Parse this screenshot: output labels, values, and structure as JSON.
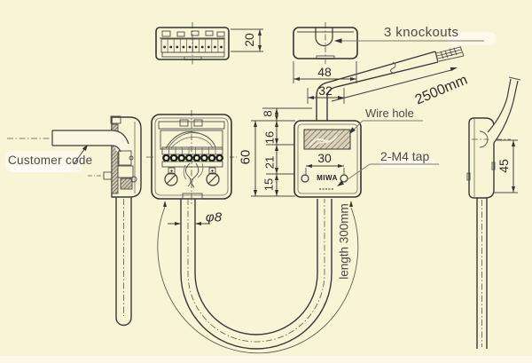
{
  "diagram": {
    "labels": {
      "knockouts": "3 knockouts",
      "wire_hole": "Wire hole",
      "tap": "2-M4 tap",
      "customer_code": "Customer code",
      "brand": "MIWA",
      "cable_length": "2500mm",
      "loop_length": "length 300mm",
      "cable_diameter": "φ8"
    },
    "dimensions": {
      "connector_height": "20",
      "body_width": "48",
      "cable_offset": "32",
      "seg_top": "8",
      "seg_upper": "16",
      "seg_mid": "21",
      "seg_bottom": "15",
      "body_height": "60",
      "tap_spacing": "30",
      "side_height": "45"
    },
    "colors": {
      "background": "#f8f4d6",
      "line": "#3a3a3a",
      "label_text": "#4a4a4a",
      "dim_text": "#2b2b2b"
    }
  }
}
